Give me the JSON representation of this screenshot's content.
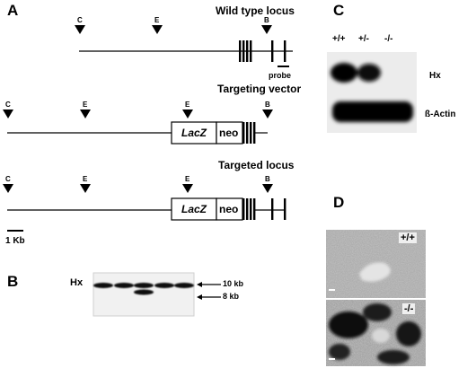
{
  "figure": {
    "panels": {
      "a": "A",
      "b": "B",
      "c": "C",
      "d": "D"
    },
    "panel_a": {
      "titles": [
        "Wild type locus",
        "Targeting vector",
        "Targeted locus"
      ],
      "probe_label": "probe",
      "scale_label": "1 Kb",
      "site_c": "C",
      "site_e": "E",
      "site_b": "B",
      "lacz_italic": "LacZ",
      "neo": "neo"
    },
    "panel_b": {
      "row_label": "Hx",
      "markers": [
        "10 kb",
        "8 kb"
      ]
    },
    "panel_c": {
      "genotypes": [
        "+/+",
        "+/-",
        "-/-"
      ],
      "row_labels": [
        "Hx",
        "ß-Actin"
      ]
    },
    "panel_d": {
      "genotypes": [
        "+/+",
        "-/-"
      ]
    }
  }
}
